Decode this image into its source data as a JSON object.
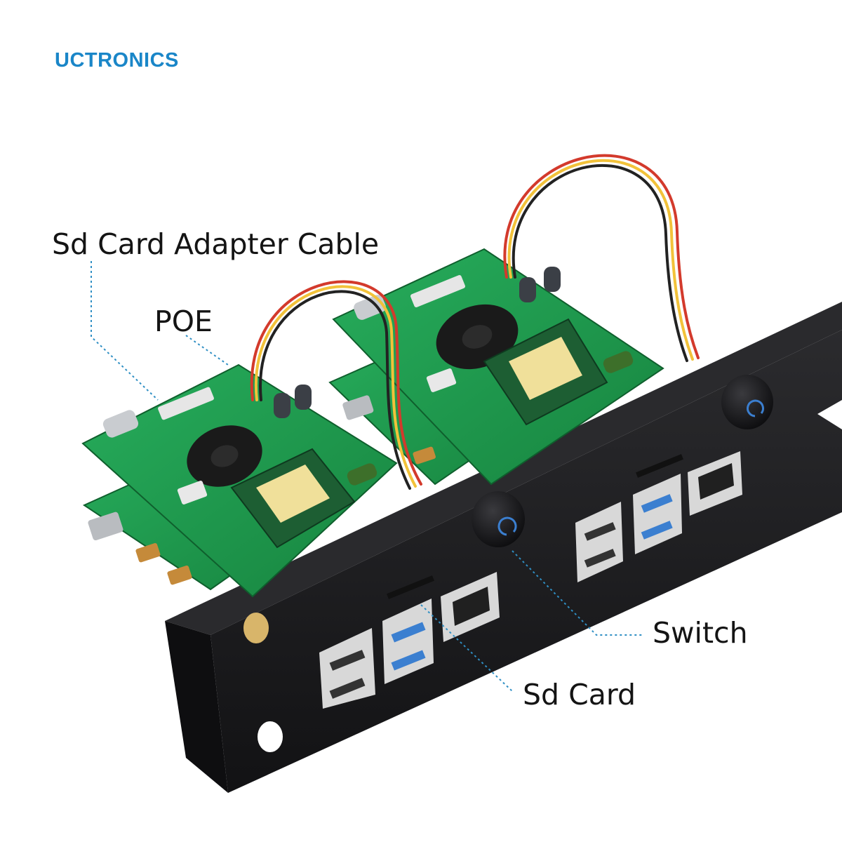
{
  "brand": {
    "name": "UCTRONICS",
    "color": "#1a86c8"
  },
  "callouts": {
    "sd_adapter_cable": "Sd Card Adapter Cable",
    "poe": "POE",
    "switch": "Switch",
    "sd_card": "Sd Card"
  },
  "colors": {
    "pcb": "#1f9a4f",
    "panel": "#1c1c1e",
    "usb3": "#3b7fd0",
    "transformer_core": "#f0e09a",
    "leader_line": "#2f8fc4"
  },
  "icons": [
    "power-icon",
    "ethernet-port-icon",
    "usb-port-icon"
  ]
}
